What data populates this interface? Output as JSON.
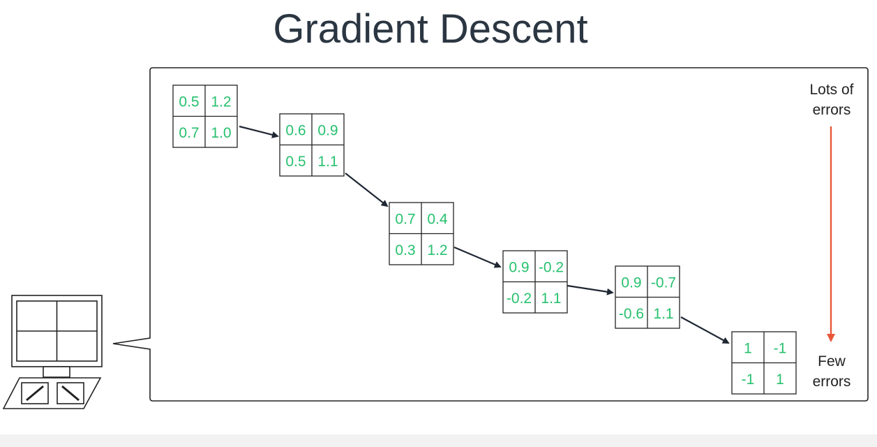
{
  "title": "Gradient Descent",
  "top_label": [
    "Lots of",
    "errors"
  ],
  "bottom_label": [
    "Few",
    "errors"
  ],
  "icons": [
    "computer-icon"
  ],
  "colors": {
    "value_text": "#27c16e",
    "error_arrow": "#e8563a",
    "lines": "#222222",
    "title": "#2b3642"
  },
  "matrices": [
    {
      "cells": [
        "0.5",
        "1.2",
        "0.7",
        "1.0"
      ]
    },
    {
      "cells": [
        "0.6",
        "0.9",
        "0.5",
        "1.1"
      ]
    },
    {
      "cells": [
        "0.7",
        "0.4",
        "0.3",
        "1.2"
      ]
    },
    {
      "cells": [
        "0.9",
        "-0.2",
        "-0.2",
        "1.1"
      ]
    },
    {
      "cells": [
        "0.9",
        "-0.7",
        "-0.6",
        "1.1"
      ]
    },
    {
      "cells": [
        "1",
        "-1",
        "-1",
        "1"
      ]
    }
  ]
}
